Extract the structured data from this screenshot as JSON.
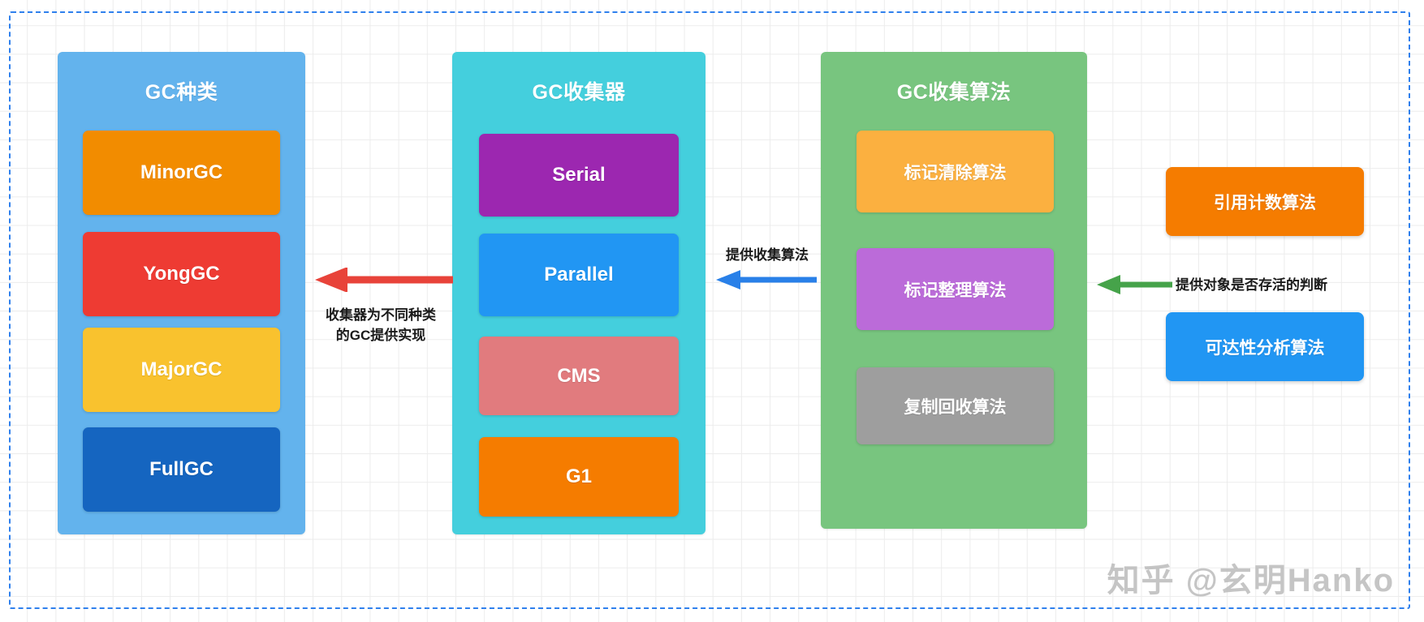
{
  "diagram": {
    "title_hidden": "",
    "columns": [
      {
        "id": "gc-types",
        "title": "GC种类",
        "color": "#63b3ed",
        "items": [
          {
            "label": "MinorGC",
            "color": "#f28c00",
            "lang": "en"
          },
          {
            "label": "YongGC",
            "color": "#ee3b33",
            "lang": "en"
          },
          {
            "label": "MajorGC",
            "color": "#f9c22e",
            "lang": "en"
          },
          {
            "label": "FullGC",
            "color": "#1565c0",
            "lang": "en"
          }
        ]
      },
      {
        "id": "gc-collectors",
        "title": "GC收集器",
        "color": "#44cfdd",
        "items": [
          {
            "label": "Serial",
            "color": "#9c27b0",
            "lang": "en"
          },
          {
            "label": "Parallel",
            "color": "#2196f3",
            "lang": "en"
          },
          {
            "label": "CMS",
            "color": "#e17b7e",
            "lang": "en"
          },
          {
            "label": "G1",
            "color": "#f57c00",
            "lang": "en"
          }
        ]
      },
      {
        "id": "gc-algorithms",
        "title": "GC收集算法",
        "color": "#78c57f",
        "items": [
          {
            "label": "标记清除算法",
            "color": "#f8b košice",
            "lang": "cn"
          },
          {
            "label": "标记整理算法",
            "color": "#bb6bd9",
            "lang": "cn"
          },
          {
            "label": "复制回收算法",
            "color": "#9e9e9e",
            "lang": "cn"
          }
        ]
      }
    ],
    "algorithm_item_colors": [
      "#fbb040",
      "#bb6bd9",
      "#9e9e9e"
    ],
    "side_boxes": [
      {
        "id": "reference-counting",
        "label": "引用计数算法",
        "color": "#f57c00"
      },
      {
        "id": "reachability-analysis",
        "label": "可达性分析算法",
        "color": "#2196f3"
      }
    ],
    "arrows": [
      {
        "id": "collector-to-type",
        "label": "收集器为不同种类\n的GC提供实现",
        "color": "#e8433a",
        "direction": "left"
      },
      {
        "id": "algorithm-to-collector",
        "label": "提供收集算法",
        "color": "#2980e8",
        "direction": "left"
      },
      {
        "id": "sidebox-to-algorithm",
        "label": "提供对象是否存活的判断",
        "color": "#46a34a",
        "direction": "left"
      }
    ],
    "watermark": {
      "site": "知乎",
      "handle": "@玄明Hanko"
    }
  }
}
